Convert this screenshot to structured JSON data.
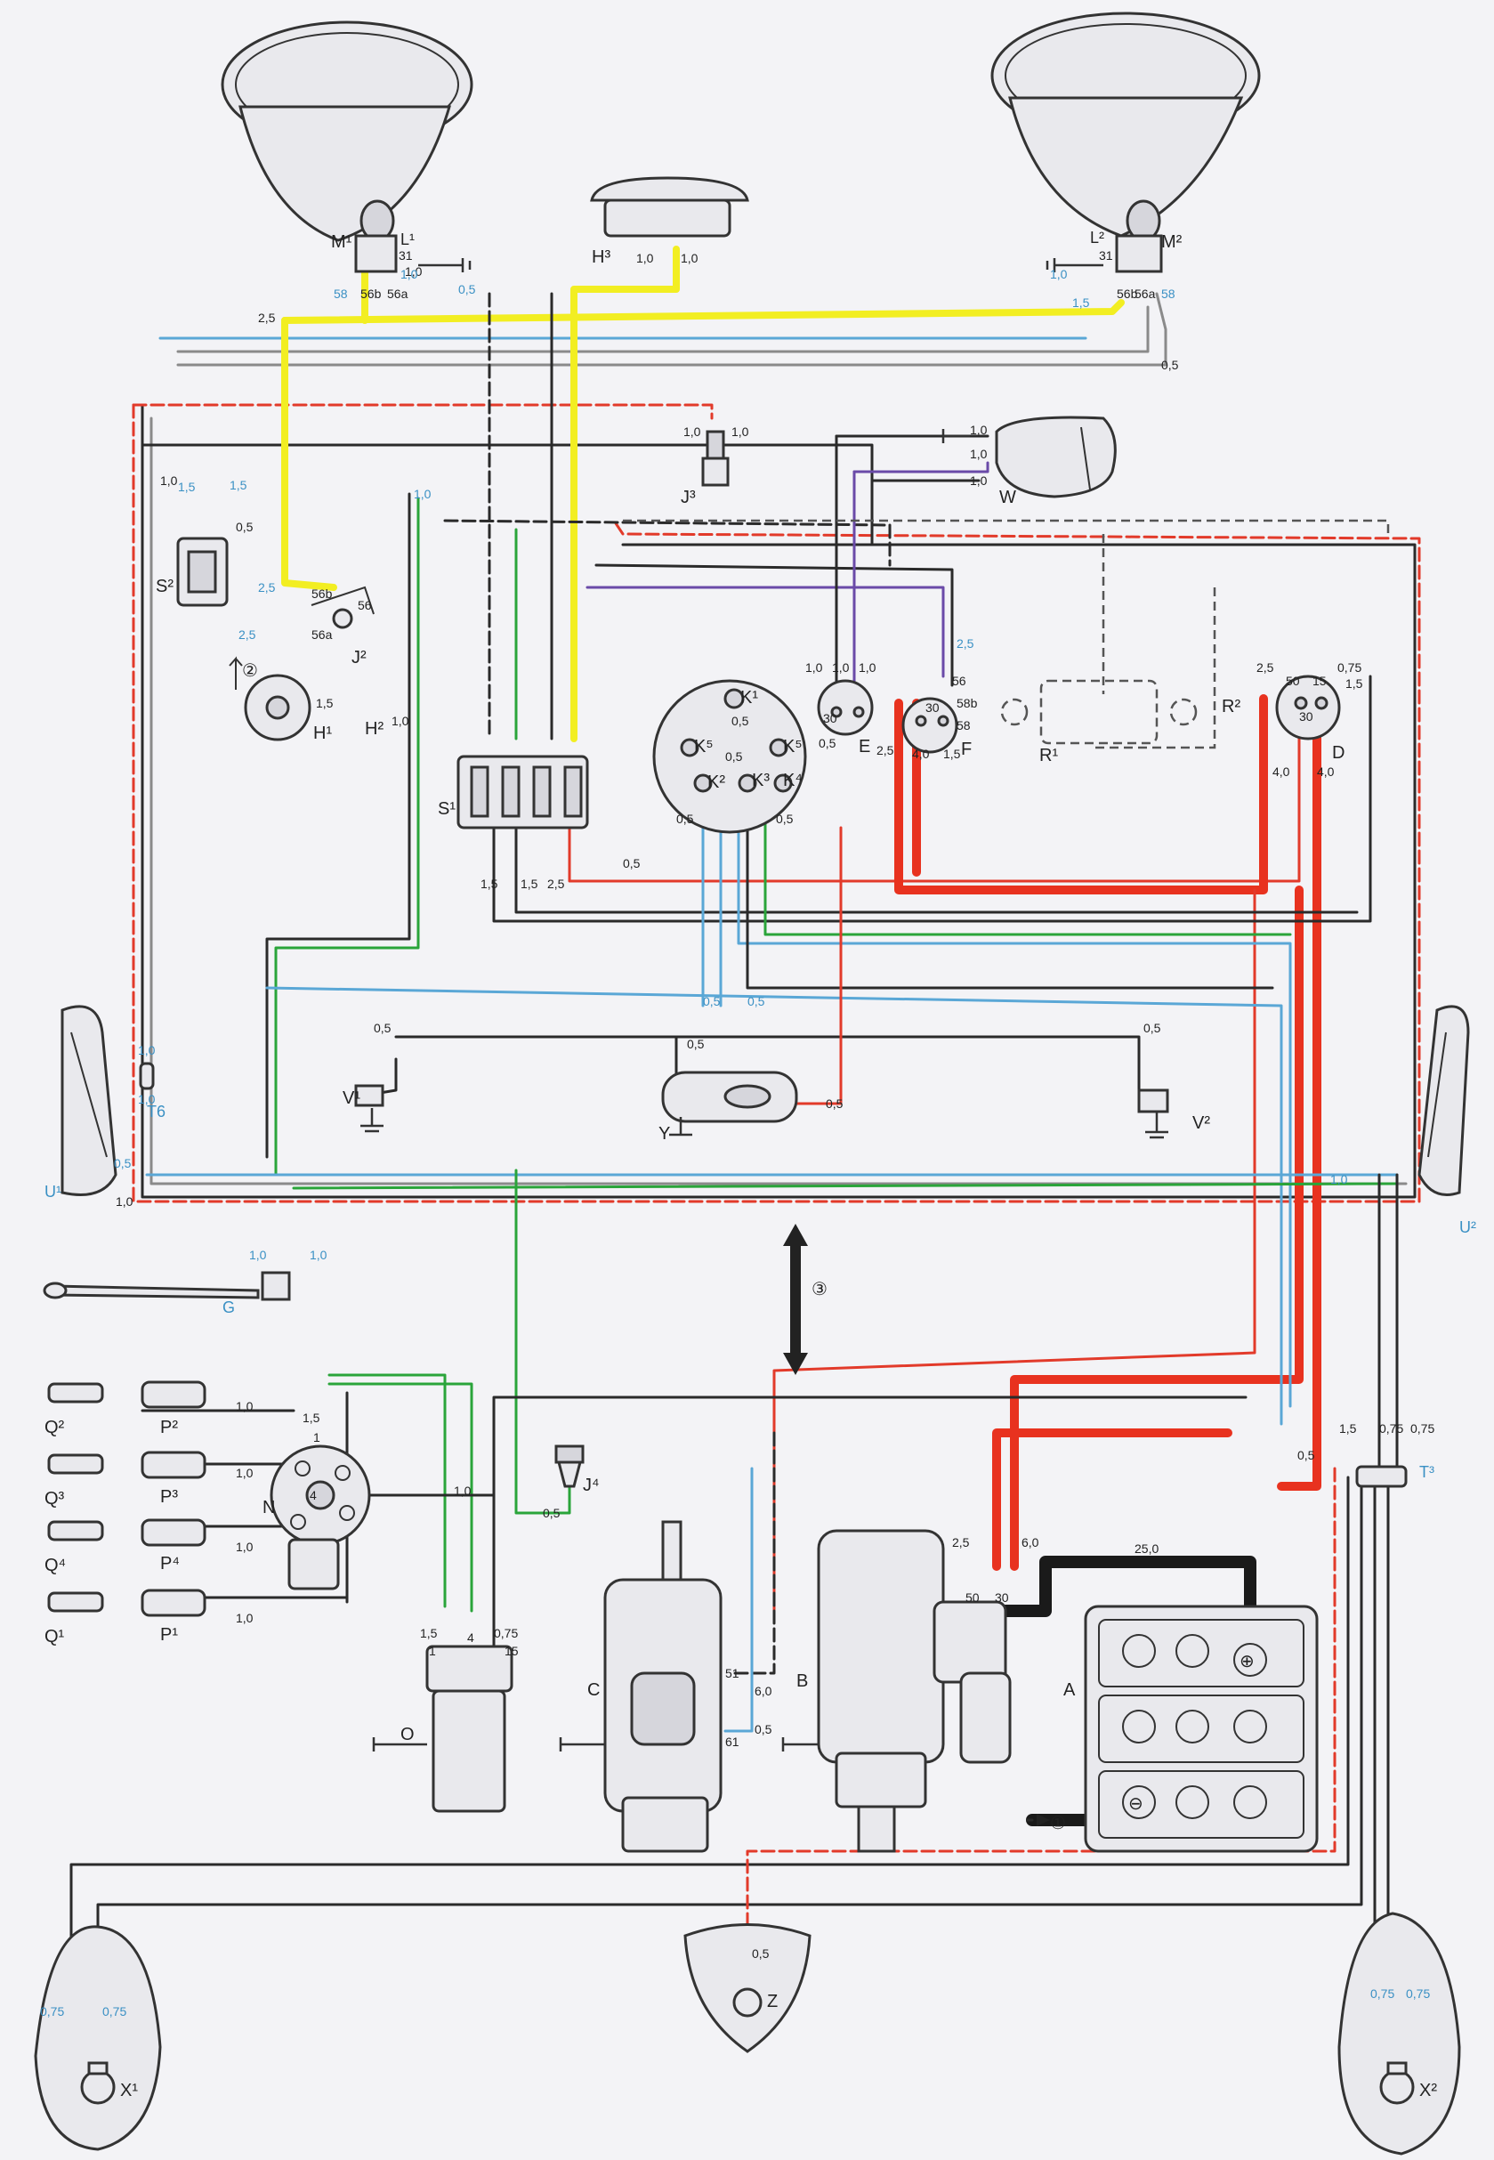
{
  "components": {
    "A": "A",
    "B": "B",
    "C": "C",
    "D": "D",
    "E": "E",
    "F": "F",
    "G": "G",
    "H1": "H¹",
    "H2": "H²",
    "H3": "H³",
    "J2": "J²",
    "J3": "J³",
    "J4": "J⁴",
    "K1": "K¹",
    "K2": "K²",
    "K3": "K³",
    "K4": "K⁴",
    "K5": "K⁵",
    "L1": "L¹",
    "L2": "L²",
    "M1": "M¹",
    "M2": "M²",
    "N": "N",
    "O": "O",
    "P1": "P¹",
    "P2": "P²",
    "P3": "P³",
    "P4": "P⁴",
    "Q1": "Q¹",
    "Q2": "Q²",
    "Q3": "Q³",
    "Q4": "Q⁴",
    "R1": "R¹",
    "R2": "R²",
    "S1": "S¹",
    "S2": "S²",
    "T3": "T³",
    "T6": "T6",
    "U1": "U¹",
    "U2": "U²",
    "V1": "V¹",
    "V2": "V²",
    "W": "W",
    "X1": "X¹",
    "X2": "X²",
    "Y": "Y",
    "Z": "Z"
  },
  "markers": {
    "m1": "①",
    "m2": "②",
    "m3": "③"
  },
  "terminals": {
    "t31": "31",
    "t56b": "56b",
    "t56a": "56a",
    "t56": "56",
    "t58": "58",
    "t58b": "58b",
    "t30": "30",
    "t15": "15",
    "t50": "50",
    "t51": "51",
    "t61": "61",
    "t4": "4",
    "t1": "1"
  },
  "wire_sizes": {
    "s05": "0,5",
    "s075": "0,75",
    "s10": "1,0",
    "s15": "1,5",
    "s25": "2,5",
    "s40": "4,0",
    "s60": "6,0",
    "s250": "25,0"
  },
  "battery_symbols": {
    "plus": "⊕",
    "minus": "⊖"
  }
}
